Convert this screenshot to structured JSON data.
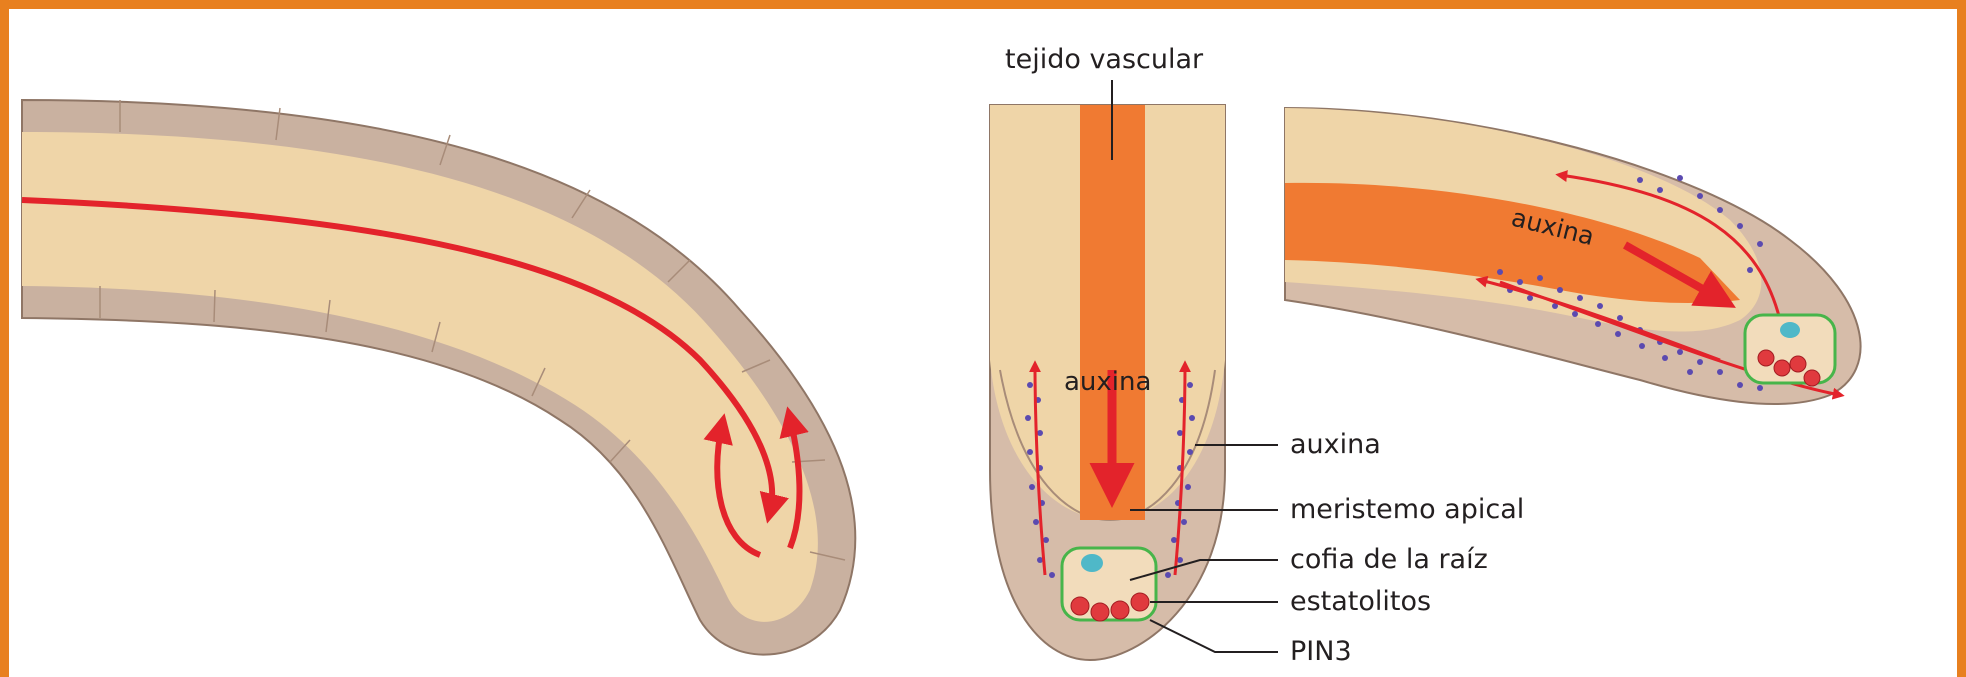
{
  "labels": {
    "tejido_vascular": "tejido vascular",
    "auxina_center": "auxina",
    "auxina_right": "auxina",
    "auxina_side": "auxina",
    "meristemo_apical": "meristemo apical",
    "cofia": "cofia de la raíz",
    "estatolitos": "estatolitos",
    "pin3": "PIN3"
  },
  "colors": {
    "frame": "#e8801f",
    "epidermis": "#c9b1a0",
    "cortex": "#efd5a8",
    "vascular": "#f07a32",
    "arrow": "#e3232b",
    "auxin_dot": "#5b4ab0",
    "statocyte": "#47b54a",
    "statolith": "#e03a3e",
    "nucleus": "#4fb8c8"
  }
}
